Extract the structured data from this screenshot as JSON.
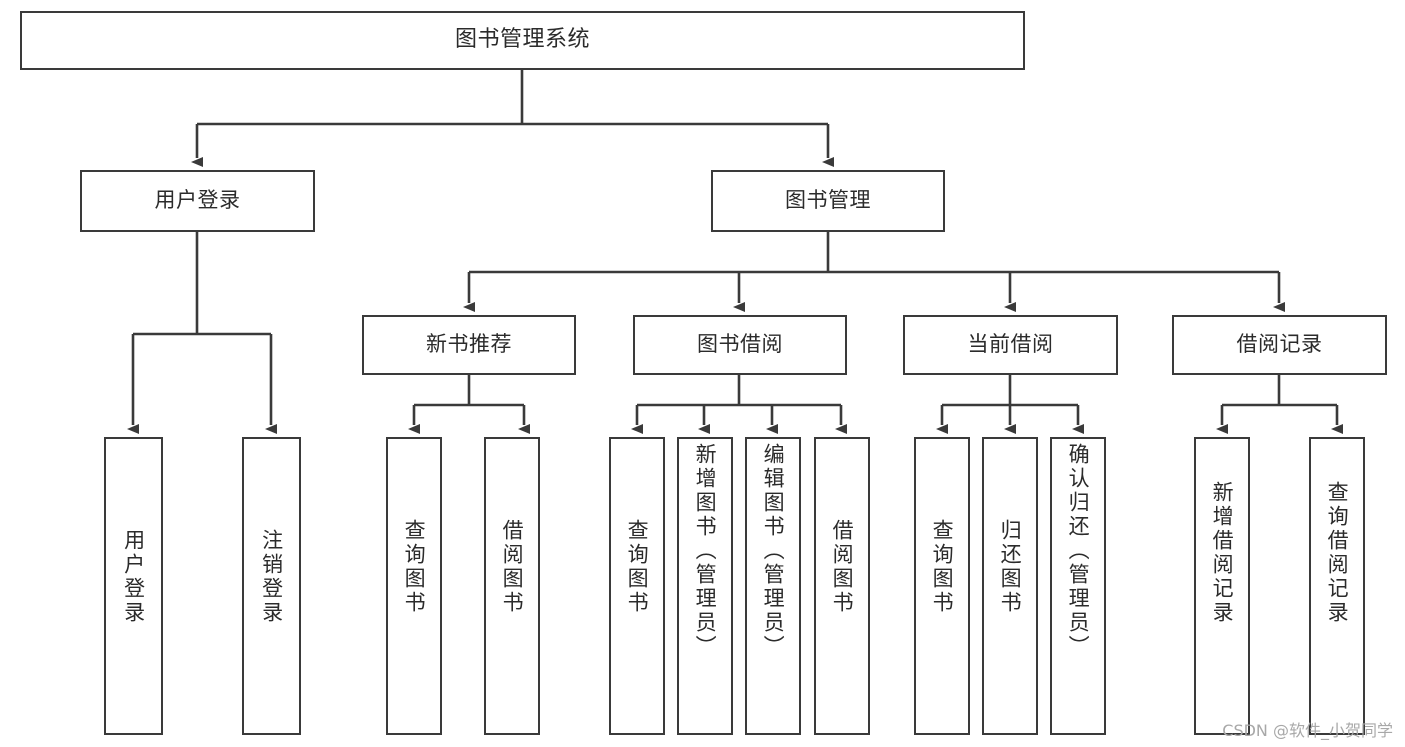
{
  "diagram": {
    "title": "图书管理系统",
    "watermark": "CSDN @软件_小贺同学",
    "line_color": "#3a3a3a",
    "text_color": "#2b2b2b",
    "background": "#ffffff",
    "type": "tree-hierarchy-diagram",
    "nodes": {
      "root": {
        "label": "图书管理系统"
      },
      "level2": [
        {
          "label": "用户登录"
        },
        {
          "label": "图书管理"
        }
      ],
      "level3": [
        {
          "label": "新书推荐"
        },
        {
          "label": "图书借阅"
        },
        {
          "label": "当前借阅"
        },
        {
          "label": "借阅记录"
        }
      ],
      "leaves_user_login": [
        {
          "label": "用户登录"
        },
        {
          "label": "注销登录"
        }
      ],
      "leaves_new_book": [
        {
          "label": "查询图书"
        },
        {
          "label": "借阅图书"
        }
      ],
      "leaves_borrow": [
        {
          "label": "查询图书"
        },
        {
          "label": "新增图书（管理员）"
        },
        {
          "label": "编辑图书（管理员）"
        },
        {
          "label": "借阅图书"
        }
      ],
      "leaves_current": [
        {
          "label": "查询图书"
        },
        {
          "label": "归还图书"
        },
        {
          "label": "确认归还（管理员）"
        }
      ],
      "leaves_records": [
        {
          "label": "新增借阅记录"
        },
        {
          "label": "查询借阅记录"
        }
      ]
    }
  }
}
